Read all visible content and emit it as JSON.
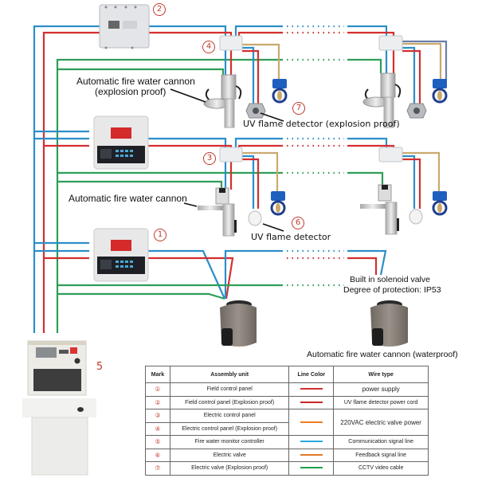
{
  "colors": {
    "power": "#d32f2f",
    "uv_power": "#c62828",
    "valve_power": "#ef7d22",
    "communication": "#2b8fc7",
    "feedback": "#c9a96e",
    "cctv": "#2e9e57",
    "mark": "#c0392b"
  },
  "marks": {
    "m1": "1",
    "m2": "2",
    "m3": "3",
    "m4": "4",
    "m5": "5",
    "m6": "6",
    "m7": "7"
  },
  "labels": {
    "cannon_explosion_proof_line1": "Automatic fire water cannon",
    "cannon_explosion_proof_line2": "(explosion proof)",
    "uv_detector_explosion_proof": "UV flame detector (explosion proof)",
    "cannon": "Automatic fire water cannon",
    "uv_detector": "UV flame detector",
    "solenoid_line1": "Built in solenoid valve",
    "solenoid_line2": "Degree of protection: IP53",
    "cannon_waterproof": "Automatic fire water cannon (waterproof)"
  },
  "legend": {
    "headers": {
      "mark": "Mark",
      "unit": "Assembly unit",
      "color": "Line Color",
      "wire": "Wire type"
    },
    "rows": [
      {
        "mark": "①",
        "unit": "Field control panel",
        "color": "#d32f2f",
        "wire": "power supply"
      },
      {
        "mark": "②",
        "unit": "Field control panel (Explosion proof)",
        "color": "#c62828",
        "wire": "UV flame detector power cord"
      },
      {
        "mark": "③",
        "unit": "Electric control panel",
        "color": "#ef7d22",
        "wire": "220VAC electric valve power"
      },
      {
        "mark": "④",
        "unit": "Electric control panel (Explosion proof)"
      },
      {
        "mark": "⑤",
        "unit": "Fire water monitor controller",
        "color": "#29a8df",
        "wire": "Communication signal line"
      },
      {
        "mark": "⑥",
        "unit": "Electric valve",
        "color": "#e07b28",
        "wire": "Feedback signal line"
      },
      {
        "mark": "⑦",
        "unit": "Electric valve (Explosion proof)",
        "color": "#1fa04f",
        "wire": "CCTV video cable"
      }
    ]
  }
}
